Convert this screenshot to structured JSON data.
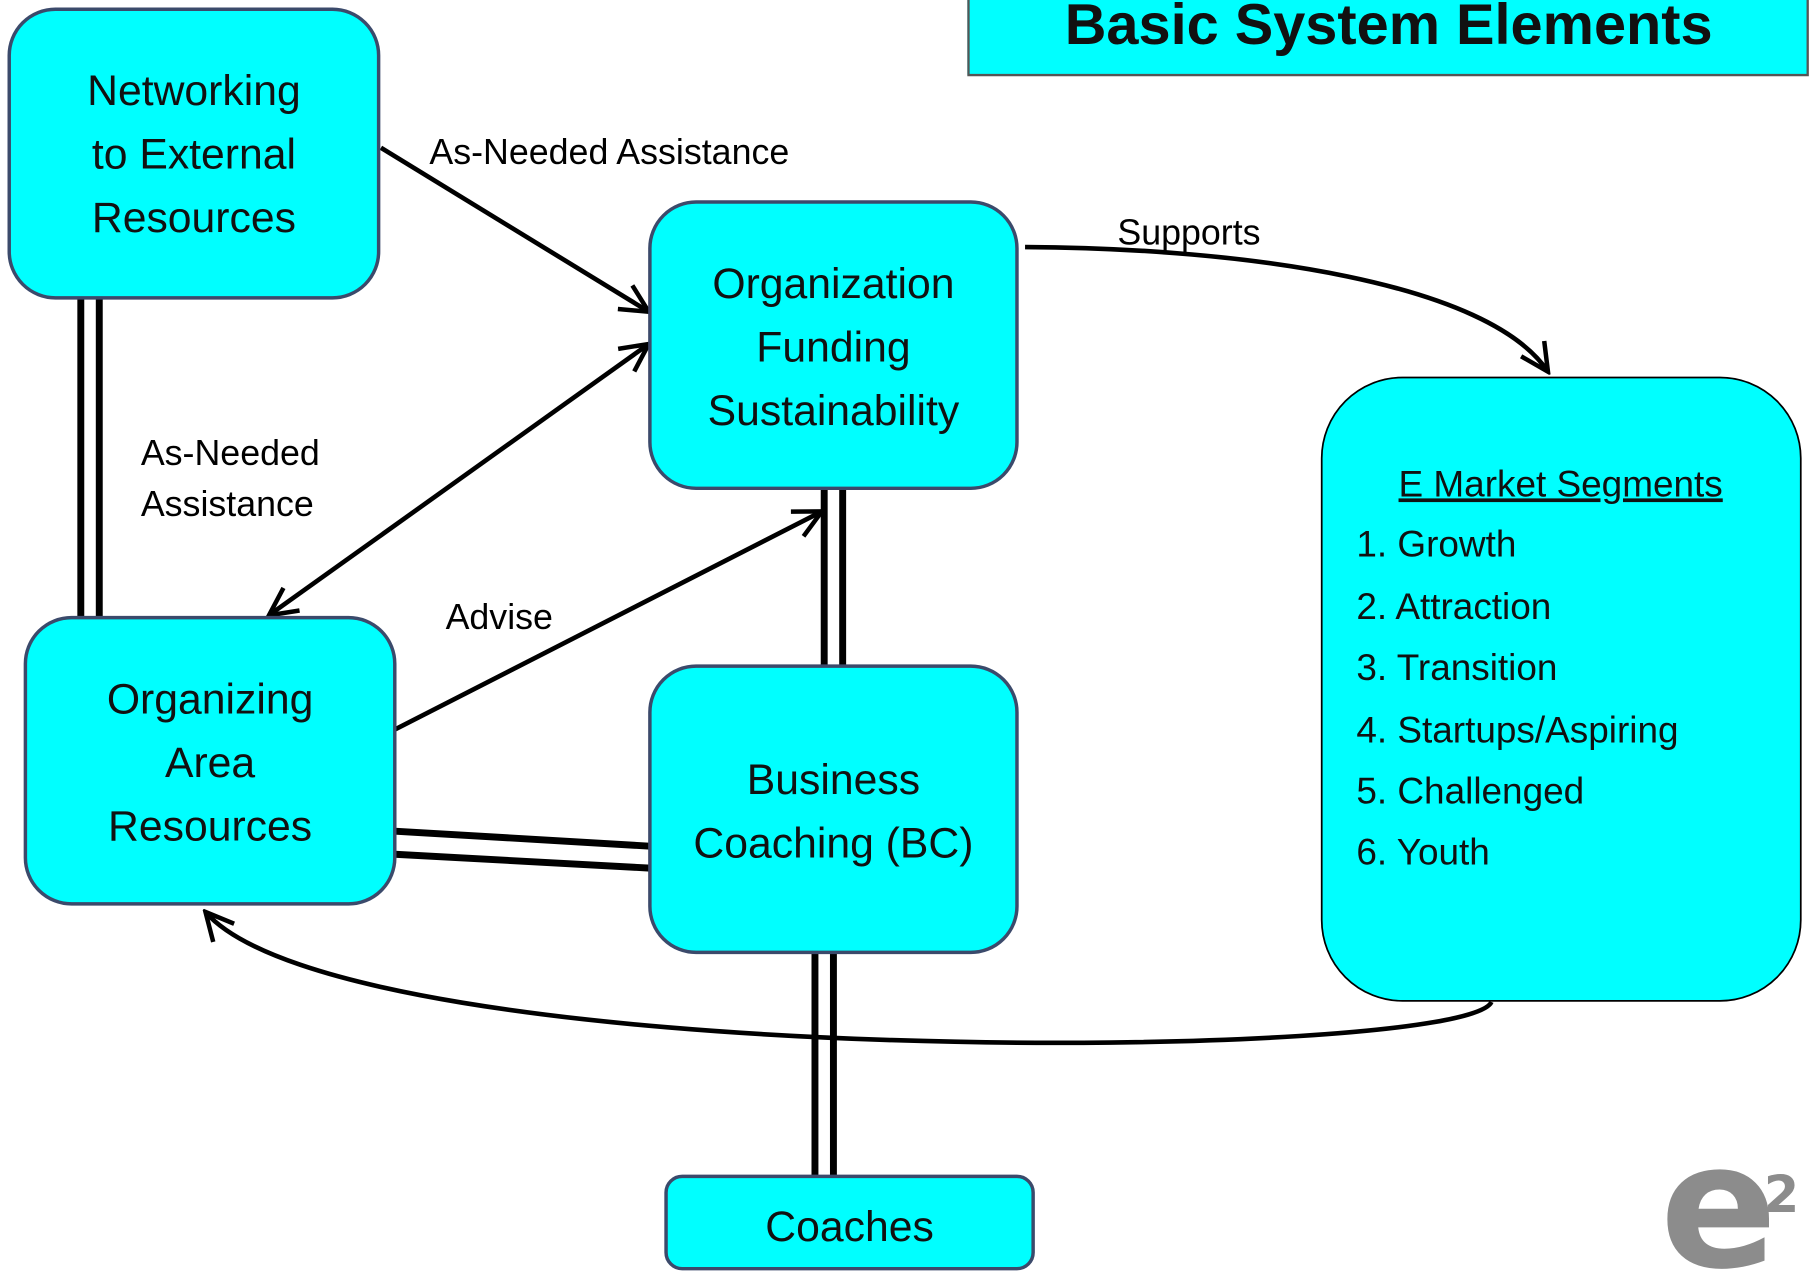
{
  "title": "Basic System Elements",
  "nodes": {
    "networking": {
      "lines": [
        "Networking",
        "to External",
        "Resources"
      ]
    },
    "organization": {
      "lines": [
        "Organization",
        "Funding",
        "Sustainability"
      ]
    },
    "organizing": {
      "lines": [
        "Organizing",
        "Area",
        "Resources"
      ]
    },
    "business_coaching": {
      "lines": [
        "Business",
        "Coaching (BC)"
      ]
    },
    "coaches": {
      "lines": [
        "Coaches"
      ]
    },
    "market_segments": {
      "heading": "E Market Segments",
      "items": [
        "1. Growth",
        "2. Attraction",
        "3. Transition",
        "4. Startups/Aspiring",
        "5. Challenged",
        "6. Youth"
      ]
    }
  },
  "edges": {
    "networking_to_organization": {
      "label": "As-Needed Assistance"
    },
    "organization_organizing": {
      "label_lines": [
        "As-Needed",
        "Assistance"
      ]
    },
    "advise": {
      "label": "Advise"
    },
    "supports": {
      "label": "Supports"
    }
  },
  "logo": {
    "letter": "e",
    "superscript": "2"
  },
  "colors": {
    "node_fill": "#00FFFF",
    "node_stroke": "#3B4A6B",
    "connector": "#000000",
    "logo": "#8C8C8C"
  }
}
